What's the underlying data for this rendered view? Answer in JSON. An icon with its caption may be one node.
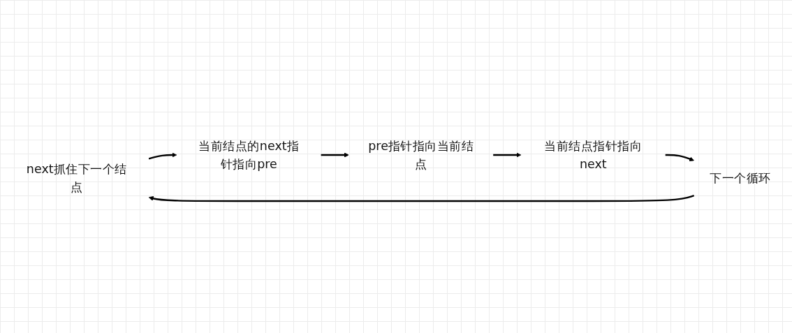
{
  "diagram": {
    "nodes": [
      {
        "text": [
          "next抓住下一个结点"
        ]
      },
      {
        "text": [
          "当前结点的next指针指向pre"
        ]
      },
      {
        "text": [
          "pre指针指向当前结点"
        ]
      },
      {
        "text": [
          "当前结点指针指向next"
        ]
      },
      {
        "text": [
          "下一个循环"
        ]
      }
    ],
    "edges": [
      {
        "from": 4,
        "to": 0,
        "arrow": "to"
      },
      {
        "from": 0,
        "to": 1,
        "arrow": "to"
      },
      {
        "from": 1,
        "to": 2,
        "arrow": "to"
      },
      {
        "from": 2,
        "to": 3,
        "arrow": "to"
      },
      {
        "from": 3,
        "to": 4,
        "arrow": "to"
      }
    ]
  }
}
